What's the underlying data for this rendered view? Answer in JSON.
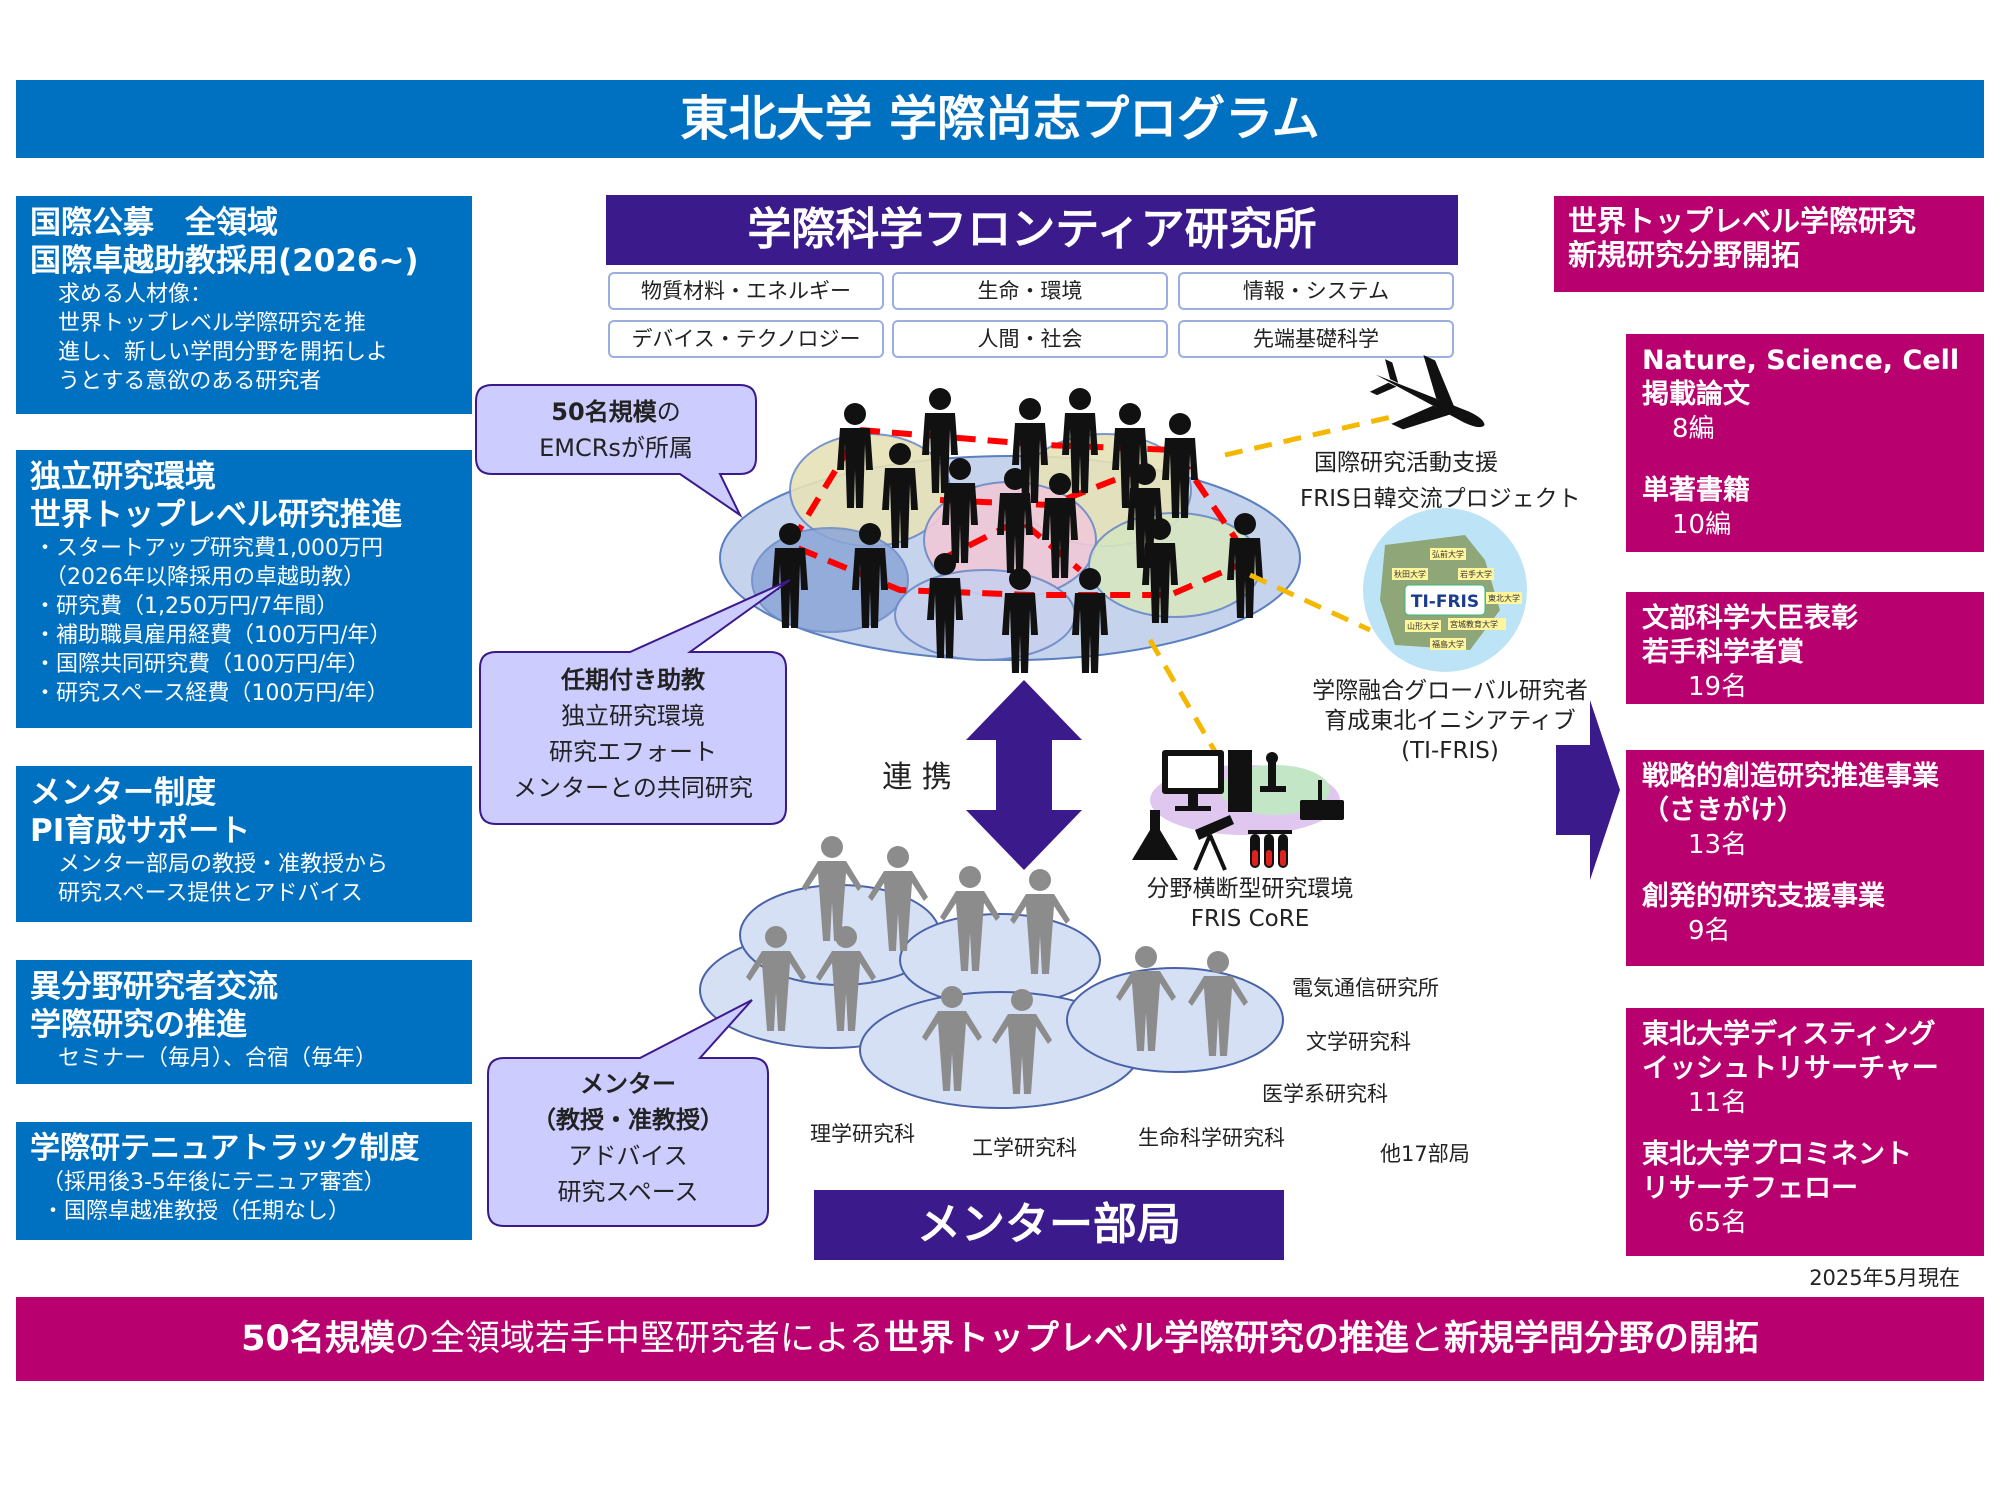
{
  "title": "東北大学 学際尚志プログラム",
  "left_boxes": [
    {
      "heading": [
        "国際公募　全領域",
        "国際卓越助教採用(2026~)"
      ],
      "body": [
        "求める人材像：",
        "世界トップレベル学際研究を推",
        "進し、新しい学問分野を開拓しよ",
        "うとする意欲のある研究者"
      ]
    },
    {
      "heading": [
        "独立研究環境",
        "世界トップレベル研究推進"
      ],
      "body": [
        "・スタートアップ研究費1,000万円",
        "　（2026年以降採用の卓越助教）",
        "・研究費（1,250万円/7年間）",
        "・補助職員雇用経費（100万円/年）",
        "・国際共同研究費（100万円/年）",
        "・研究スペース経費（100万円/年）"
      ]
    },
    {
      "heading": [
        "メンター制度",
        "PI育成サポート"
      ],
      "body": [
        "メンター部局の教授・准教授から",
        "研究スペース提供とアドバイス"
      ]
    },
    {
      "heading": [
        "異分野研究者交流",
        "学際研究の推進"
      ],
      "body": [
        "セミナー（毎月）、合宿（毎年）"
      ]
    },
    {
      "heading": [
        "学際研テニュアトラック制度"
      ],
      "body": [
        "（採用後3-5年後にテニュア審査）",
        "・国際卓越准教授（任期なし）"
      ]
    }
  ],
  "center": {
    "title": "学際科学フロンティア研究所",
    "fields": [
      "物質材料・エネルギー",
      "生命・環境",
      "情報・システム",
      "デバイス・テクノロジー",
      "人間・社会",
      "先端基礎科学"
    ],
    "callout_emcr": {
      "line1_bold": "50名規模",
      "line1_rest": "の",
      "line2": "EMCRsが所属"
    },
    "callout_assistant": {
      "title": "任期付き助教",
      "lines": [
        "独立研究環境",
        "研究エフォート",
        "メンターとの共同研究"
      ]
    },
    "callout_mentor": {
      "title": [
        "メンター",
        "（教授・准教授）"
      ],
      "lines": [
        "アドバイス",
        "研究スペース"
      ]
    },
    "link_label": "連 携",
    "intl_support": [
      "国際研究活動支援",
      "FRIS日韓交流プロジェクト"
    ],
    "tifris": [
      "学際融合グローバル研究者",
      "育成東北イニシアティブ",
      "(TI-FRIS)"
    ],
    "tifris_logo": "TI-FRIS",
    "tifris_map_labels": [
      "弘前大学",
      "秋田大学",
      "岩手大学",
      "東北大学",
      "山形大学",
      "宮城教育大学",
      "福島大学"
    ],
    "core": [
      "分野横断型研究環境",
      "FRIS CoRE"
    ],
    "mentor_title": "メンター部局",
    "departments": [
      "電気通信研究所",
      "文学研究科",
      "医学系研究科",
      "理学研究科",
      "工学研究科",
      "生命科学研究科",
      "他17部局"
    ]
  },
  "right": {
    "header": [
      "世界トップレベル学際研究",
      "新規研究分野開拓"
    ],
    "boxes": [
      {
        "items": [
          {
            "label": [
              "Nature, Science, Cell",
              "掲載論文"
            ],
            "value": "8編"
          },
          {
            "label": [
              "単著書籍"
            ],
            "value": "10編"
          }
        ]
      },
      {
        "items": [
          {
            "label": [
              "文部科学大臣表彰",
              "若手科学者賞"
            ],
            "value": "19名"
          }
        ]
      },
      {
        "items": [
          {
            "label": [
              "戦略的創造研究推進事業",
              "（さきがけ）"
            ],
            "value": "13名"
          },
          {
            "label": [
              "創発的研究支援事業"
            ],
            "value": "9名"
          }
        ]
      },
      {
        "items": [
          {
            "label": [
              "東北大学ディスティング",
              "イッシュトリサーチャー"
            ],
            "value": "11名"
          },
          {
            "label": [
              "東北大学プロミネント",
              "リサーチフェロー"
            ],
            "value": "65名"
          }
        ]
      }
    ],
    "date_note": "2025年5月現在"
  },
  "bottom": {
    "p1": "50名規模",
    "p2": "の全領域若手中堅研究者による",
    "p3": "世界トップレベル学際研究の推進",
    "p4": "と",
    "p5": "新規学問分野の開拓"
  },
  "colors": {
    "blue": "#0070c0",
    "purple": "#3b1a8c",
    "magenta": "#b8006e",
    "callout": "#ccccff",
    "dash_red": "#ff0000",
    "dash_yellow": "#f5b800"
  }
}
